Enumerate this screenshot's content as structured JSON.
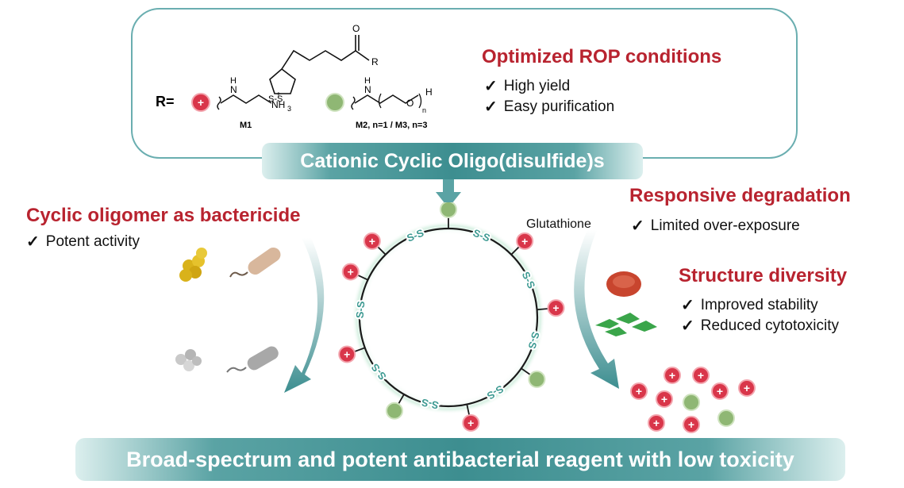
{
  "top_panel": {
    "r_label": "R=",
    "m1_label": "M1",
    "m2_m3_label": "M2, n=1 / M3, n=3",
    "struct_atoms": {
      "O": "O",
      "R": "R",
      "S1": "S",
      "S2": "S-S",
      "H": "H",
      "N": "N",
      "NH3": "NH",
      "sub3": "3",
      "plus": "+",
      "n": "n",
      "O2": "O"
    },
    "heading": "Optimized ROP conditions",
    "items": [
      "High yield",
      "Easy purification"
    ]
  },
  "check_symbol": "✓",
  "top_banner": "Cationic Cyclic Oligo(disulfide)s",
  "left_panel": {
    "heading": "Cyclic oligomer as bactericide",
    "items": [
      "Potent activity"
    ]
  },
  "ring": {
    "ss_label": "S-S",
    "trigger_label": "Glutathione"
  },
  "right_panel": {
    "heading1": "Responsive degradation",
    "items1": [
      "Limited over-exposure"
    ],
    "heading2": "Structure diversity",
    "items2": [
      "Improved stability",
      "Reduced cytotoxicity"
    ]
  },
  "bottom_banner": "Broad-spectrum and potent antibacterial reagent with low toxicity",
  "colors": {
    "accent_red": "#b8232f",
    "teal": "#3d8e90",
    "cation": "#d9364a",
    "neutral": "#8fb774"
  }
}
